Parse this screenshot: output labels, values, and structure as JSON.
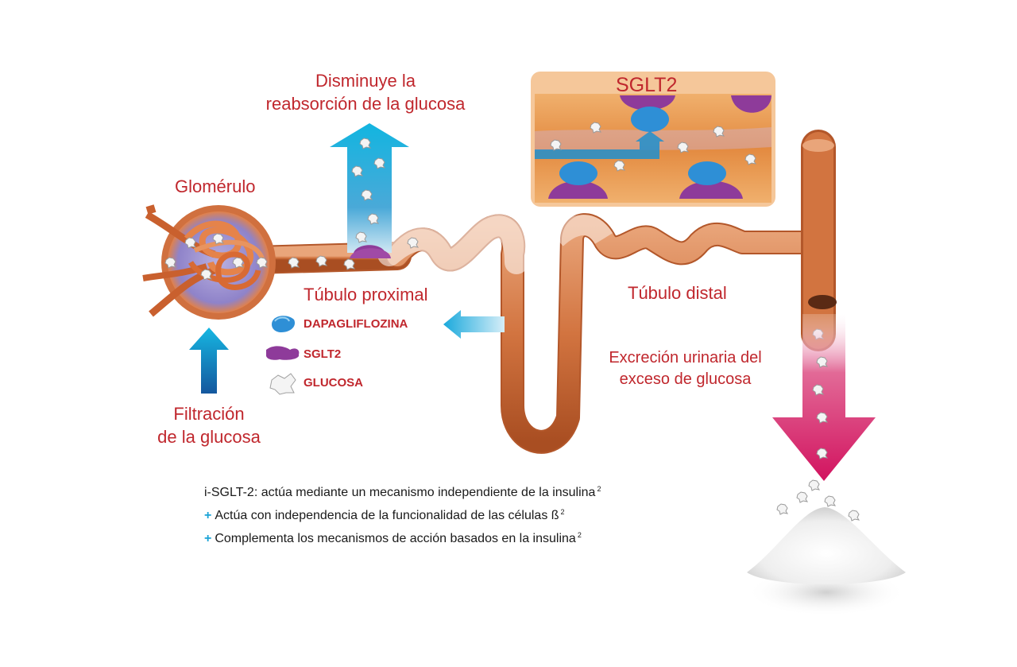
{
  "labels": {
    "disminuye_line1": "Disminuye la",
    "disminuye_line2": "reabsorción de la glucosa",
    "glomerulo": "Glomérulo",
    "tubulo_proximal": "Túbulo proximal",
    "tubulo_distal": "Túbulo distal",
    "filtracion_line1": "Filtración",
    "filtracion_line2": "de la glucosa",
    "excrecion_line1": "Excreción urinaria del",
    "excrecion_line2": "exceso de glucosa",
    "inset_title": "SGLT2"
  },
  "legend": [
    {
      "icon": "dapagliflozina-icon",
      "label": "DAPAGLIFLOZINA"
    },
    {
      "icon": "sglt2-icon",
      "label": "SGLT2"
    },
    {
      "icon": "glucosa-icon",
      "label": "GLUCOSA"
    }
  ],
  "notes": {
    "main": "i-SGLT-2: actúa mediante un mecanismo independiente de la insulina",
    "main_ref": "2",
    "bullet_symbol": "+",
    "items": [
      {
        "text": "Actúa con independencia de la funcionalidad de las células ß",
        "ref": "2"
      },
      {
        "text": "Complementa los mecanismos de acción basados en la insulina",
        "ref": "2"
      }
    ]
  },
  "colors": {
    "label_red": "#c0272d",
    "tubule_orange": "#d97a45",
    "tubule_dark": "#b3572a",
    "arrow_cyan": "#1aa3d6",
    "arrow_blue": "#1565a8",
    "arrow_magenta": "#d41a64",
    "sglt2_purple": "#8e3b9a",
    "inset_bg": "#f5c79a"
  }
}
